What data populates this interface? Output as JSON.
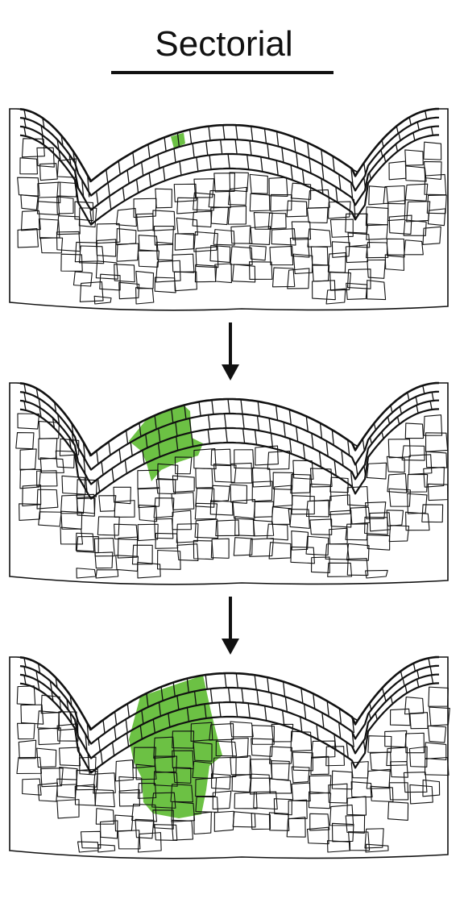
{
  "title": "Sectorial",
  "colors": {
    "background": "#ffffff",
    "line": "#111111",
    "sector": "#6cc144"
  },
  "panels": [
    {
      "stage": 1,
      "sector_cells": 1
    },
    {
      "stage": 2,
      "sector_cells": 12
    },
    {
      "stage": 3,
      "sector_cells": 30
    }
  ]
}
